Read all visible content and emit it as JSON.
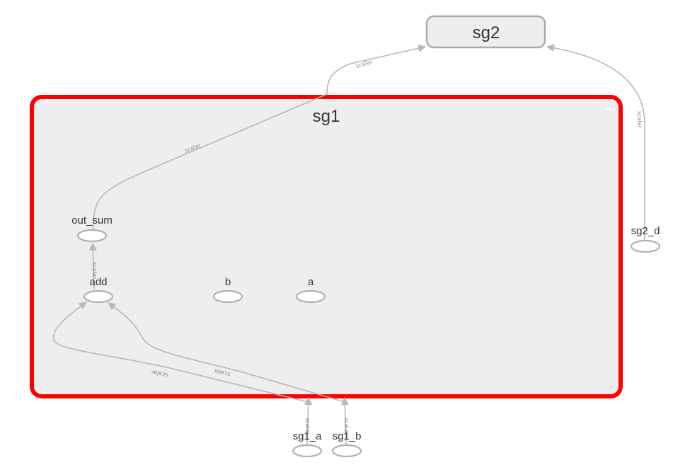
{
  "graph": {
    "selected_color": "#ff0000",
    "group_fill": "#eeeeee",
    "edge_color": "#b8b8b8",
    "collapse_icon": "minus-icon",
    "groups": {
      "sg1": {
        "title": "sg1"
      },
      "sg2": {
        "title": "sg2"
      }
    },
    "nodes": {
      "out_sum": {
        "label": "out_sum"
      },
      "add": {
        "label": "add"
      },
      "b": {
        "label": "b"
      },
      "a": {
        "label": "a"
      },
      "sg2_d": {
        "label": "sg2_d"
      },
      "sg1_a": {
        "label": "sg1_a"
      },
      "sg1_b": {
        "label": "sg1_b"
      }
    },
    "edges": {
      "outsum_to_sg2": {
        "label": "scalar"
      },
      "outsum_to_sg2_upper": {
        "label": "scalar"
      },
      "sg2d_to_sg2": {
        "label": "scalar"
      },
      "add_to_outsum": {
        "label": "scalar"
      },
      "sg1a_to_add": {
        "label": "scalar"
      },
      "sg1b_to_add": {
        "label": "scalar"
      },
      "sg1a_in": {
        "label": "scalar"
      },
      "sg1b_in": {
        "label": "scalar"
      }
    }
  }
}
